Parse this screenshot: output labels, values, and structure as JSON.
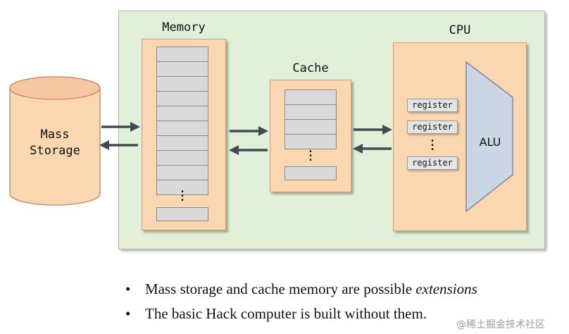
{
  "labels": {
    "memory": "Memory",
    "cache": "Cache",
    "cpu": "CPU",
    "mass_storage_line1": "Mass",
    "mass_storage_line2": "Storage",
    "alu": "ALU",
    "registers": [
      "register",
      "register",
      "register"
    ]
  },
  "bullets": [
    {
      "text": "Mass storage and cache memory are possible ",
      "emphasis": "extensions"
    },
    {
      "text": "The basic Hack computer is built without them.",
      "emphasis": ""
    }
  ],
  "watermark": "@稀土掘金技术社区",
  "colors": {
    "background_panel": "#e2f0d9",
    "component_fill": "#fad7b0",
    "cell_fill": "#d9d9d9",
    "alu_fill": "#ccd5e3",
    "arrow": "#404a50"
  }
}
